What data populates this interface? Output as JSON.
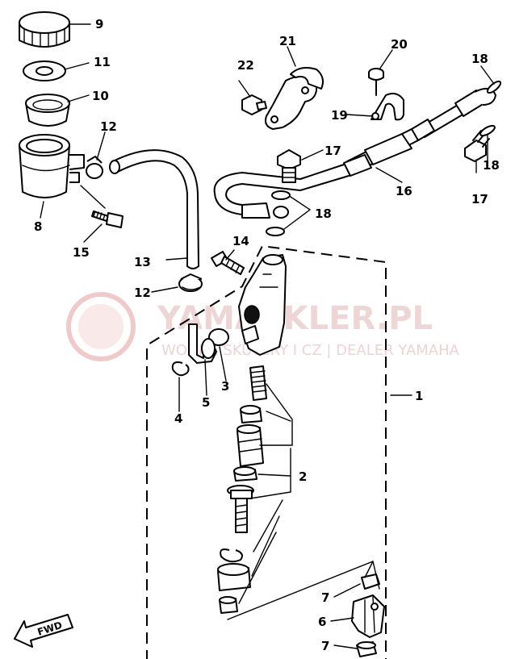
{
  "diagram": {
    "labels": {
      "p1": "1",
      "p2": "2",
      "p3": "3",
      "p4": "4",
      "p5": "5",
      "p6": "6",
      "p7a": "7",
      "p7b": "7",
      "p8": "8",
      "p9": "9",
      "p10": "10",
      "p11": "11",
      "p12a": "12",
      "p12b": "12",
      "p13": "13",
      "p14": "14",
      "p15": "15",
      "p16": "16",
      "p17a": "17",
      "p17b": "17",
      "p18a": "18",
      "p18b": "18",
      "p18c": "18",
      "p19": "19",
      "p20": "20",
      "p21": "21",
      "p22": "22"
    },
    "fwd_label": "FWD"
  },
  "watermark": {
    "brand": "YAMASKLER.PL",
    "tagline": "WODNE SKUTERY I CZ | DEALER YAMAHA"
  }
}
